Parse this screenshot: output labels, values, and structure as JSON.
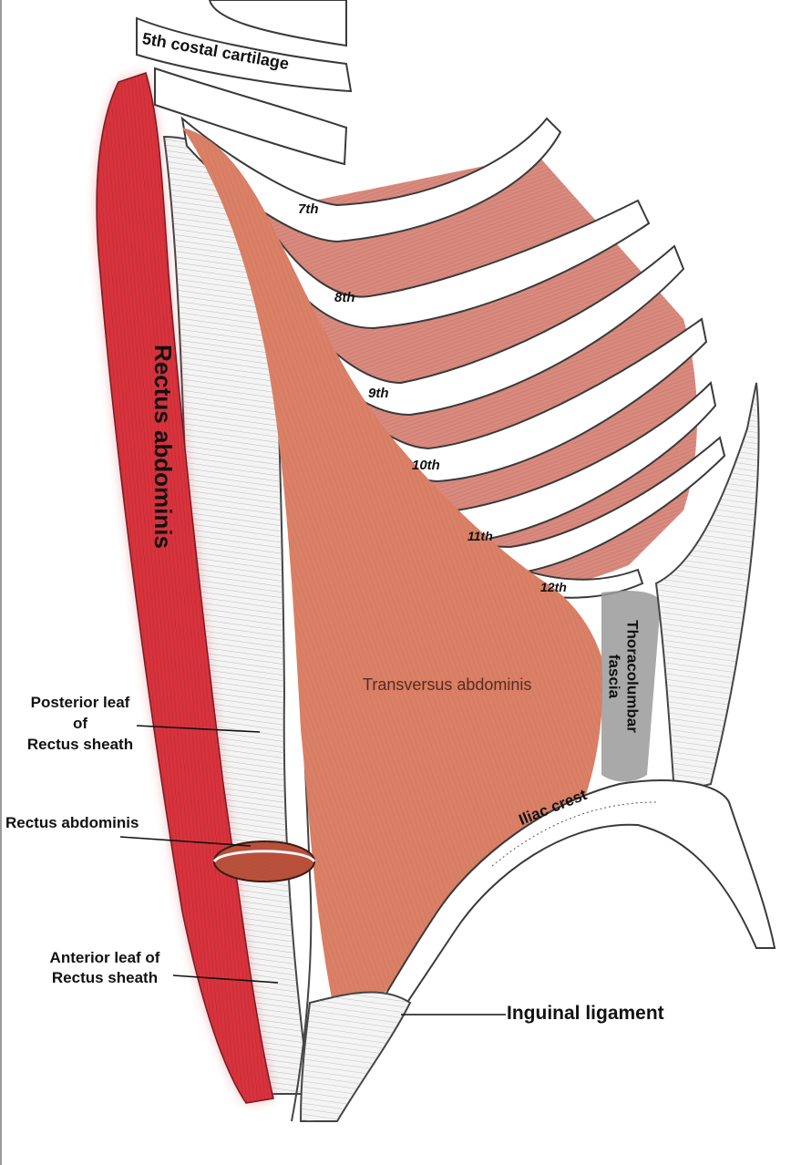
{
  "labels": {
    "costal_cartilage": "5th costal cartilage",
    "rectus_vertical": "Rectus abdominis",
    "rib_7": "7th",
    "rib_8": "8th",
    "rib_9": "9th",
    "rib_10": "10th",
    "rib_11": "11th",
    "rib_12": "12th",
    "thoracolumbar_line1": "Thoracolumbar",
    "thoracolumbar_line2": "fascia",
    "transversus": "Transversus abdominis",
    "posterior_line1": "Posterior leaf",
    "posterior_line2": "of",
    "posterior_line3": "Rectus sheath",
    "rectus_small": "Rectus abdominis",
    "iliac_crest": "Iliac crest",
    "anterior_line1": "Anterior leaf of",
    "anterior_line2": "Rectus sheath",
    "inguinal": "Inguinal ligament"
  },
  "colors": {
    "rectus_muscle": "#d8333d",
    "transversus_muscle": "#d98066",
    "intercostal_muscle": "#d98a7e",
    "fascia_gray": "#9a9a9a",
    "bone_outline": "#3a3a3a"
  }
}
